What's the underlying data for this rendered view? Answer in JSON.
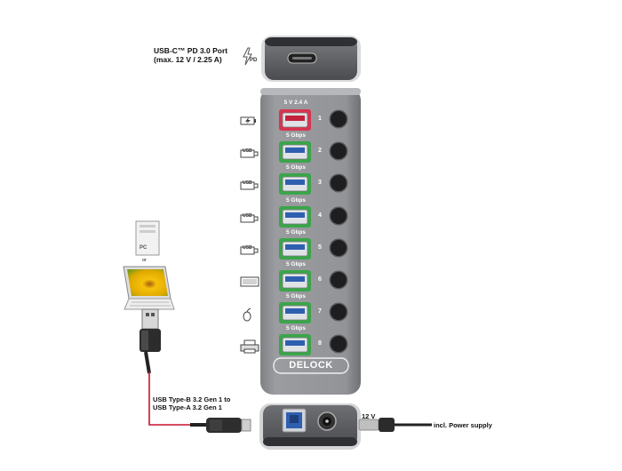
{
  "usbc": {
    "line1": "USB-C™ PD 3.0 Port",
    "line2": "(max. 12 V / 2.25 A)",
    "pd_symbol": "PD"
  },
  "brand": "DELOCK",
  "top_port_label": "5 V 2.4 A",
  "ports": [
    {
      "number": "1",
      "speed": "",
      "kind": "charging",
      "device_icon": "charging-battery-icon"
    },
    {
      "number": "2",
      "speed": "5 Gbps",
      "kind": "data",
      "device_icon": "usb-stick-icon"
    },
    {
      "number": "3",
      "speed": "5 Gbps",
      "kind": "data",
      "device_icon": "usb-stick-icon"
    },
    {
      "number": "4",
      "speed": "5 Gbps",
      "kind": "data",
      "device_icon": "usb-stick-icon"
    },
    {
      "number": "5",
      "speed": "5 Gbps",
      "kind": "data",
      "device_icon": "usb-stick-icon"
    },
    {
      "number": "6",
      "speed": "5 Gbps",
      "kind": "data",
      "device_icon": "keyboard-icon"
    },
    {
      "number": "7",
      "speed": "5 Gbps",
      "kind": "data",
      "device_icon": "mouse-icon"
    },
    {
      "number": "8",
      "speed": "5 Gbps",
      "kind": "data",
      "device_icon": "printer-icon"
    }
  ],
  "usb_label": "USB",
  "computer": {
    "pc_label": "PC",
    "or_label": "or"
  },
  "cable": {
    "line1": "USB Type-B 3.2 Gen 1 to",
    "line2": "USB Type-A 3.2 Gen 1"
  },
  "power": {
    "voltage": "12 V",
    "supply": "incl. Power supply"
  },
  "colors": {
    "hub": "#8e9094",
    "charging_led": "#d8344f",
    "data_led": "#3aa54a",
    "usb3_blue": "#2e5fb0",
    "cable_red": "#c8102e"
  }
}
